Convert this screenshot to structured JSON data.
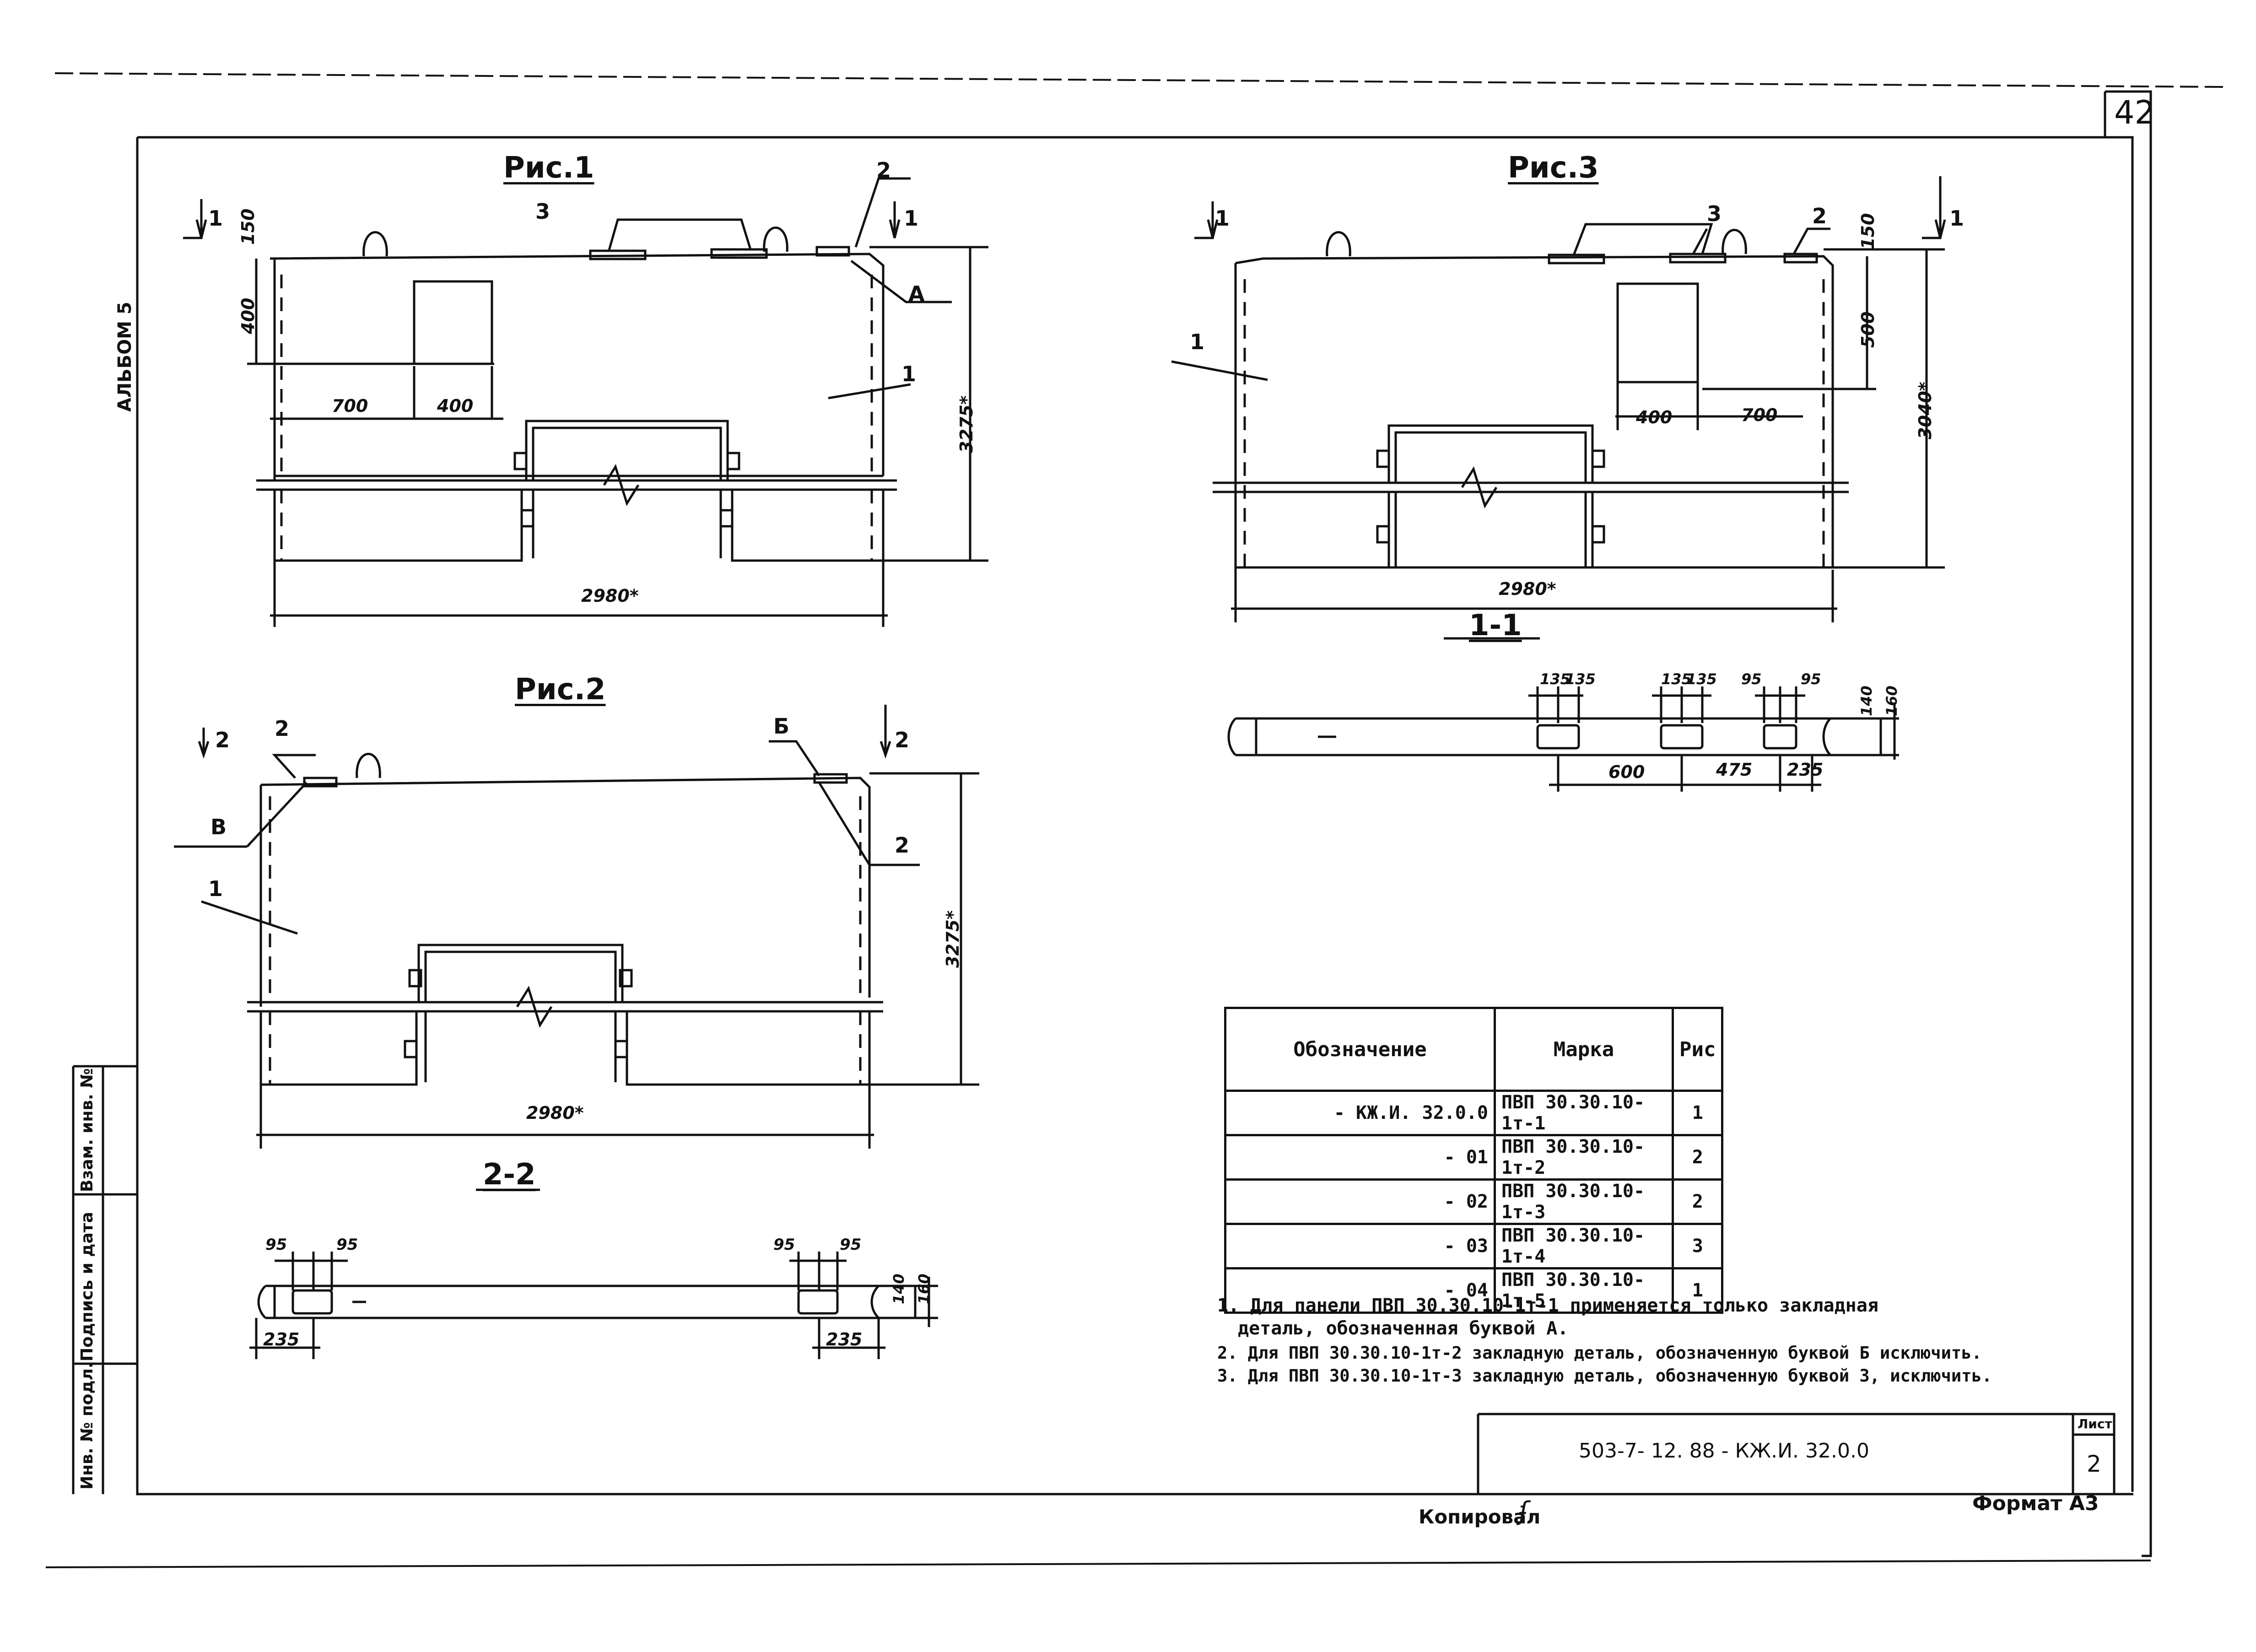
{
  "sheet": {
    "page_number": "42",
    "album_label": "АЛЬБОМ 5",
    "copied_by_label": "Копировал",
    "format_label": "Формат А3",
    "side_stamp": [
      "Инв. № подл.",
      "Подпись и дата",
      "Взам. инв. №"
    ]
  },
  "title_block": {
    "designation": "503-7- 12. 88 - КЖ.И. 32.0.0",
    "sheet_label": "Лист",
    "sheet_number": "2"
  },
  "fig1": {
    "title": "Рис.1",
    "section_mark": "1",
    "callouts": [
      "1",
      "2",
      "3",
      "А"
    ],
    "dims": {
      "d150": "150",
      "d400v": "400",
      "d700": "700",
      "d400h": "400",
      "height": "3275*",
      "width": "2980*"
    }
  },
  "fig2": {
    "title": "Рис.2",
    "section_mark": "2",
    "callouts": [
      "1",
      "2",
      "2",
      "Б",
      "В"
    ],
    "dims": {
      "height": "3275*",
      "width": "2980*"
    }
  },
  "fig3": {
    "title": "Рис.3",
    "section_mark": "1",
    "callouts": [
      "1",
      "2",
      "3"
    ],
    "dims": {
      "d150": "150",
      "d500": "500",
      "d400": "400",
      "d700": "700",
      "height": "3040*",
      "width": "2980*"
    }
  },
  "section11": {
    "title": "1-1",
    "dims": {
      "a": "135",
      "b": "135",
      "c": "135",
      "d": "135",
      "e": "95",
      "f": "95",
      "g": "600",
      "h": "475",
      "i": "235",
      "j": "140",
      "k": "160"
    }
  },
  "section22": {
    "title": "2-2",
    "dims": {
      "a": "95",
      "b": "95",
      "c": "235",
      "d": "95",
      "e": "95",
      "f": "235",
      "g": "140",
      "h": "160"
    }
  },
  "spec_table": {
    "headers": [
      "Обозначение",
      "Марка",
      "Рис"
    ],
    "rows": [
      {
        "designation": "- КЖ.И. 32.0.0",
        "mark": "ПВП 30.30.10-1т-1",
        "fig": "1"
      },
      {
        "designation": "- 01",
        "mark": "ПВП 30.30.10-1т-2",
        "fig": "2"
      },
      {
        "designation": "- 02",
        "mark": "ПВП 30.30.10-1т-3",
        "fig": "2"
      },
      {
        "designation": "- 03",
        "mark": "ПВП 30.30.10-1т-4",
        "fig": "3"
      },
      {
        "designation": "- 04",
        "mark": "ПВП 30.30.10-1т-5",
        "fig": "1"
      }
    ]
  },
  "notes": [
    "1. Для панели ПВП 30.30.10-1т-1 применяется только закладная",
    "деталь, обозначенная буквой А.",
    "2. Для ПВП 30.30.10-1т-2 закладную деталь, обозначенную буквой Б исключить.",
    "3. Для ПВП 30.30.10-1т-3 закладную деталь, обозначенную буквой З, исключить."
  ]
}
